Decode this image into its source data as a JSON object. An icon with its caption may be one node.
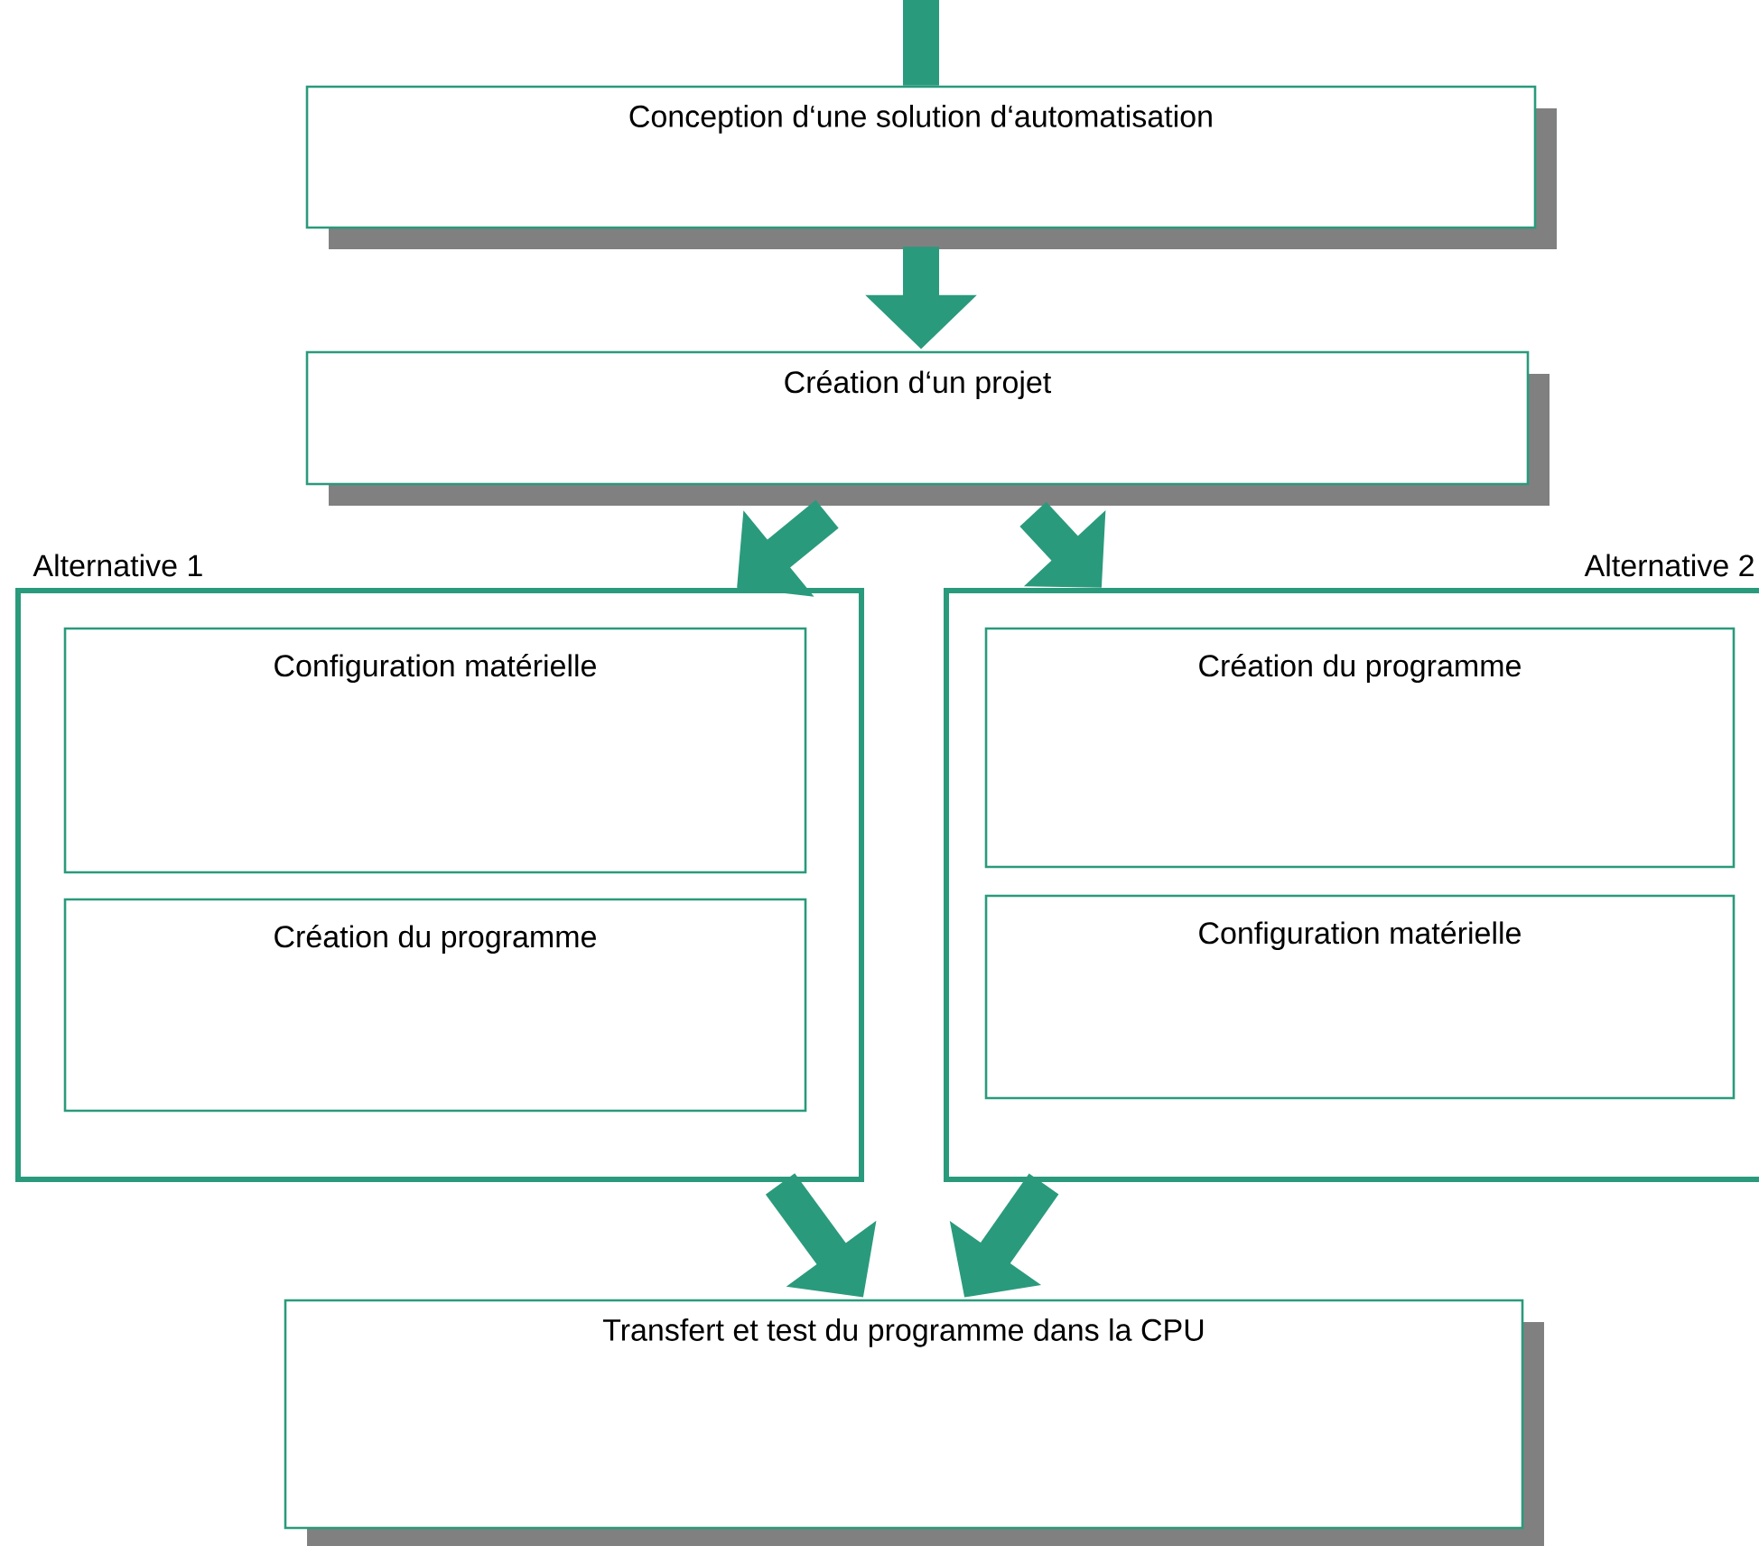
{
  "diagram": {
    "nodes": [
      {
        "text": [
          "Conception d‘une solution d‘automatisation"
        ]
      },
      {
        "text": [
          "Création d‘un projet"
        ]
      },
      {
        "text": [
          "Alternative 1"
        ]
      },
      {
        "text": [
          "Configuration matérielle"
        ],
        "in": 2
      },
      {
        "text": [
          "Création du programme"
        ],
        "in": 2
      },
      {
        "text": [
          "Alternative 2"
        ]
      },
      {
        "text": [
          "Création du programme"
        ],
        "in": 5
      },
      {
        "text": [
          "Configuration matérielle"
        ],
        "in": 5
      },
      {
        "text": [
          "Transfert et test du programme dans la CPU"
        ]
      }
    ],
    "edges": [
      {
        "from": null,
        "to": 0,
        "arrow": "none"
      },
      {
        "from": 0,
        "to": 1,
        "arrow": "to"
      },
      {
        "from": 1,
        "to": 2,
        "arrow": "to"
      },
      {
        "from": 1,
        "to": 5,
        "arrow": "to"
      },
      {
        "from": 2,
        "to": 8,
        "arrow": "to"
      },
      {
        "from": 5,
        "to": 8,
        "arrow": "to"
      }
    ]
  }
}
